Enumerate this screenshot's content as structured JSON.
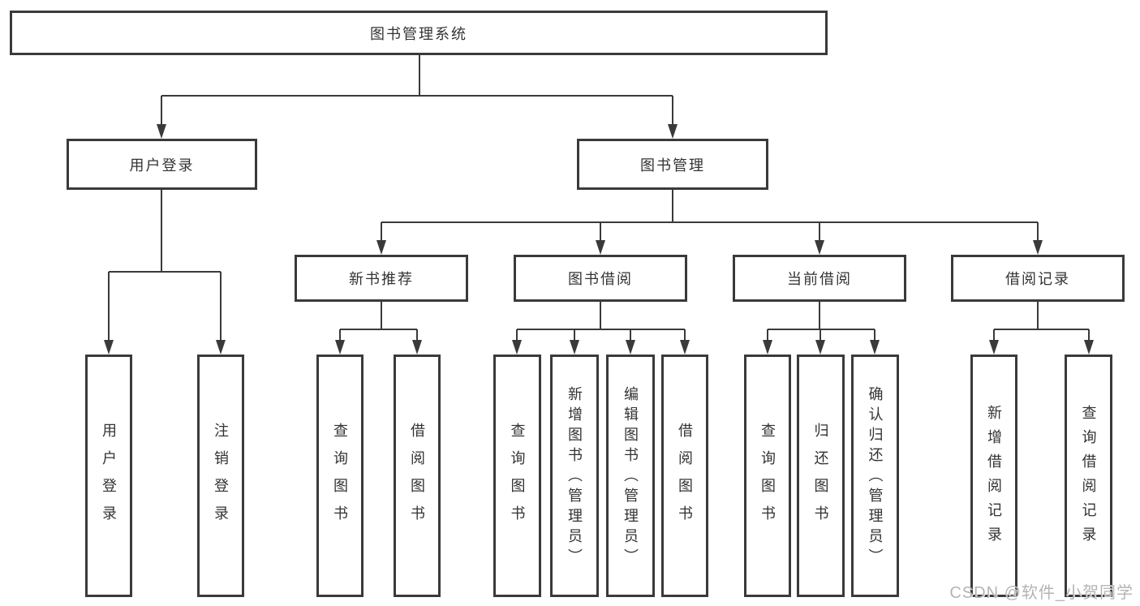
{
  "tree": {
    "root": {
      "label": "图书管理系统",
      "children": [
        {
          "label": "用户登录",
          "children": [
            {
              "label": "用户登录"
            },
            {
              "label": "注销登录"
            }
          ]
        },
        {
          "label": "图书管理",
          "children": [
            {
              "label": "新书推荐",
              "children": [
                {
                  "label": "查询图书"
                },
                {
                  "label": "借阅图书"
                }
              ]
            },
            {
              "label": "图书借阅",
              "children": [
                {
                  "label": "查询图书"
                },
                {
                  "label": "新增图书（管理员）"
                },
                {
                  "label": "编辑图书（管理员）"
                },
                {
                  "label": "借阅图书"
                }
              ]
            },
            {
              "label": "当前借阅",
              "children": [
                {
                  "label": "查询图书"
                },
                {
                  "label": "归还图书"
                },
                {
                  "label": "确认归还（管理员）"
                }
              ]
            },
            {
              "label": "借阅记录",
              "children": [
                {
                  "label": "新增借阅记录"
                },
                {
                  "label": "查询借阅记录"
                }
              ]
            }
          ]
        }
      ]
    }
  },
  "watermark": {
    "text": "CSDN @软件_小贺同学"
  },
  "colors": {
    "line": "#3a3a3a",
    "text": "#333333",
    "watermark": "#b4b4b4",
    "background": "#ffffff"
  }
}
